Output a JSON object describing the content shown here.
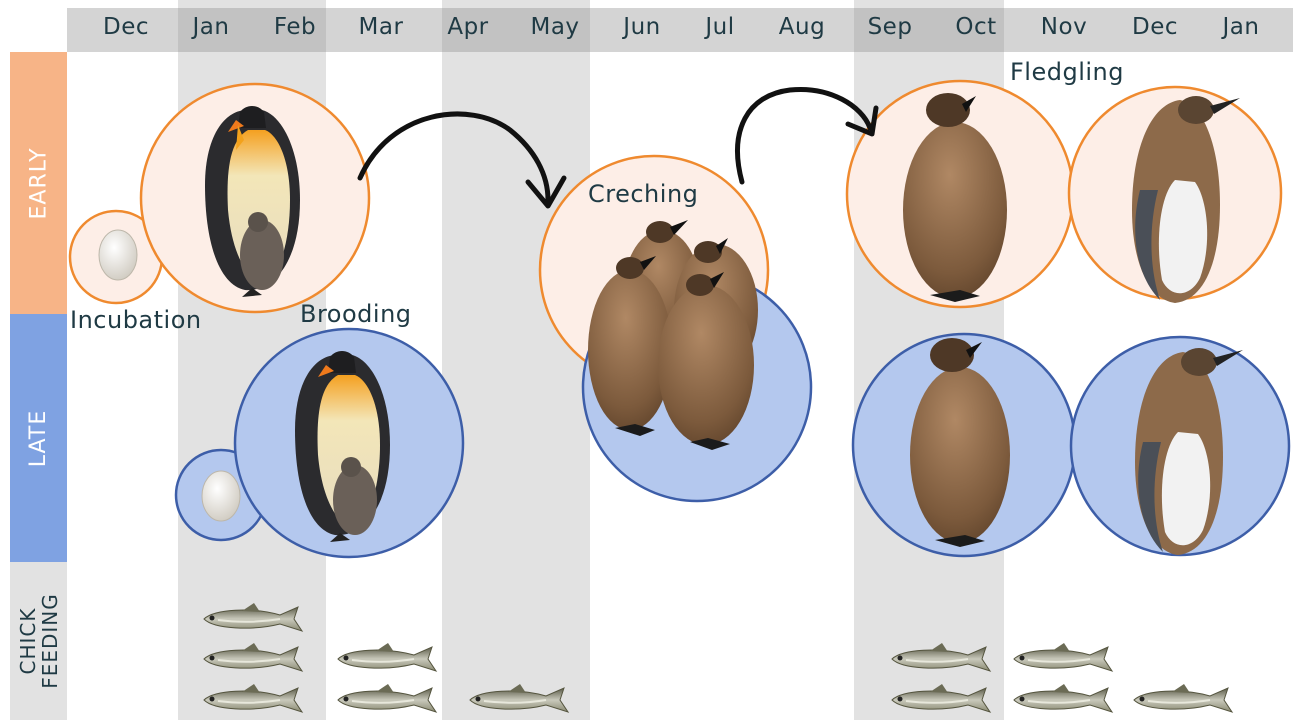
{
  "months": [
    "Dec",
    "Jan",
    "Feb",
    "Mar",
    "Apr",
    "May",
    "Jun",
    "Jul",
    "Aug",
    "Sep",
    "Oct",
    "Nov",
    "Dec",
    "Jan"
  ],
  "rows": {
    "early": "EARLY",
    "late": "LATE",
    "chick_feeding_line1": "CHICK",
    "chick_feeding_line2": "FEEDING"
  },
  "stages": {
    "incubation": "Incubation",
    "brooding": "Brooding",
    "creching": "Creching",
    "fledgling": "Fledgling"
  },
  "colors": {
    "early_row": "#f7b487",
    "late_row": "#7fa2e2",
    "early_circle_stroke": "#ef8a2f",
    "early_circle_fill": "#fdeee7",
    "late_circle_stroke": "#3d5ea8",
    "late_circle_fill": "#b4c8ee",
    "band": "#e2e2e2",
    "header": "#d4d4d4"
  },
  "chick_feeding": {
    "Jan": 3,
    "Mar": 2,
    "May": 1,
    "Sep": 2,
    "Nov": 2,
    "Dec": 1
  },
  "icons": [
    "egg-icon",
    "adult-with-chick-icon",
    "downy-chick-icon",
    "molting-chick-icon",
    "fish-icon",
    "curved-arrow-icon"
  ]
}
